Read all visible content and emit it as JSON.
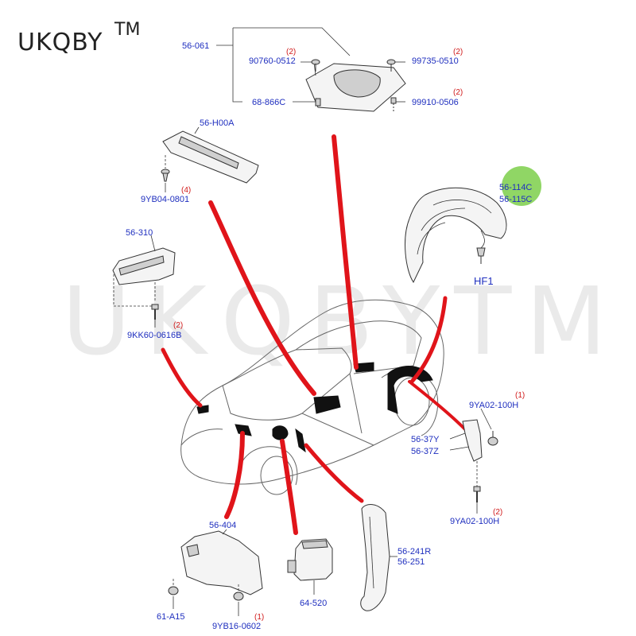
{
  "brand": {
    "name": "UKQBY",
    "tm": "TM"
  },
  "watermark": "UKQBYTM",
  "colors": {
    "label": "#1f2fbf",
    "quantity": "#d11a1a",
    "callout_line": "#e0141a",
    "highlight": "#7ccf4a"
  },
  "labels": {
    "p56_061": "56-061",
    "p90760": "90760-0512",
    "q90760": "(2)",
    "p68_866c": "68-866C",
    "p99735": "99735-0510",
    "q99735": "(2)",
    "p99910": "99910-0506",
    "q99910": "(2)",
    "p56_h00a": "56-H00A",
    "p9yb04": "9YB04-0801",
    "q9yb04": "(4)",
    "p56_310": "56-310",
    "p9kk60": "9KK60-0616B",
    "q9kk60": "(2)",
    "p56_114c": "56-114C",
    "p56_115c": "56-115C",
    "phf1": "HF1",
    "p9ya02_top": "9YA02-100H",
    "q9ya02_top": "(1)",
    "p56_37y": "56-37Y",
    "p56_37z": "56-37Z",
    "p9ya02_bot": "9YA02-100H",
    "q9ya02_bot": "(2)",
    "p56_404": "56-404",
    "p61_a15": "61-A15",
    "p9yb16": "9YB16-0602",
    "q9yb16": "(1)",
    "p64_520": "64-520",
    "p56_241r": "56-241R",
    "p56_251": "56-251"
  }
}
